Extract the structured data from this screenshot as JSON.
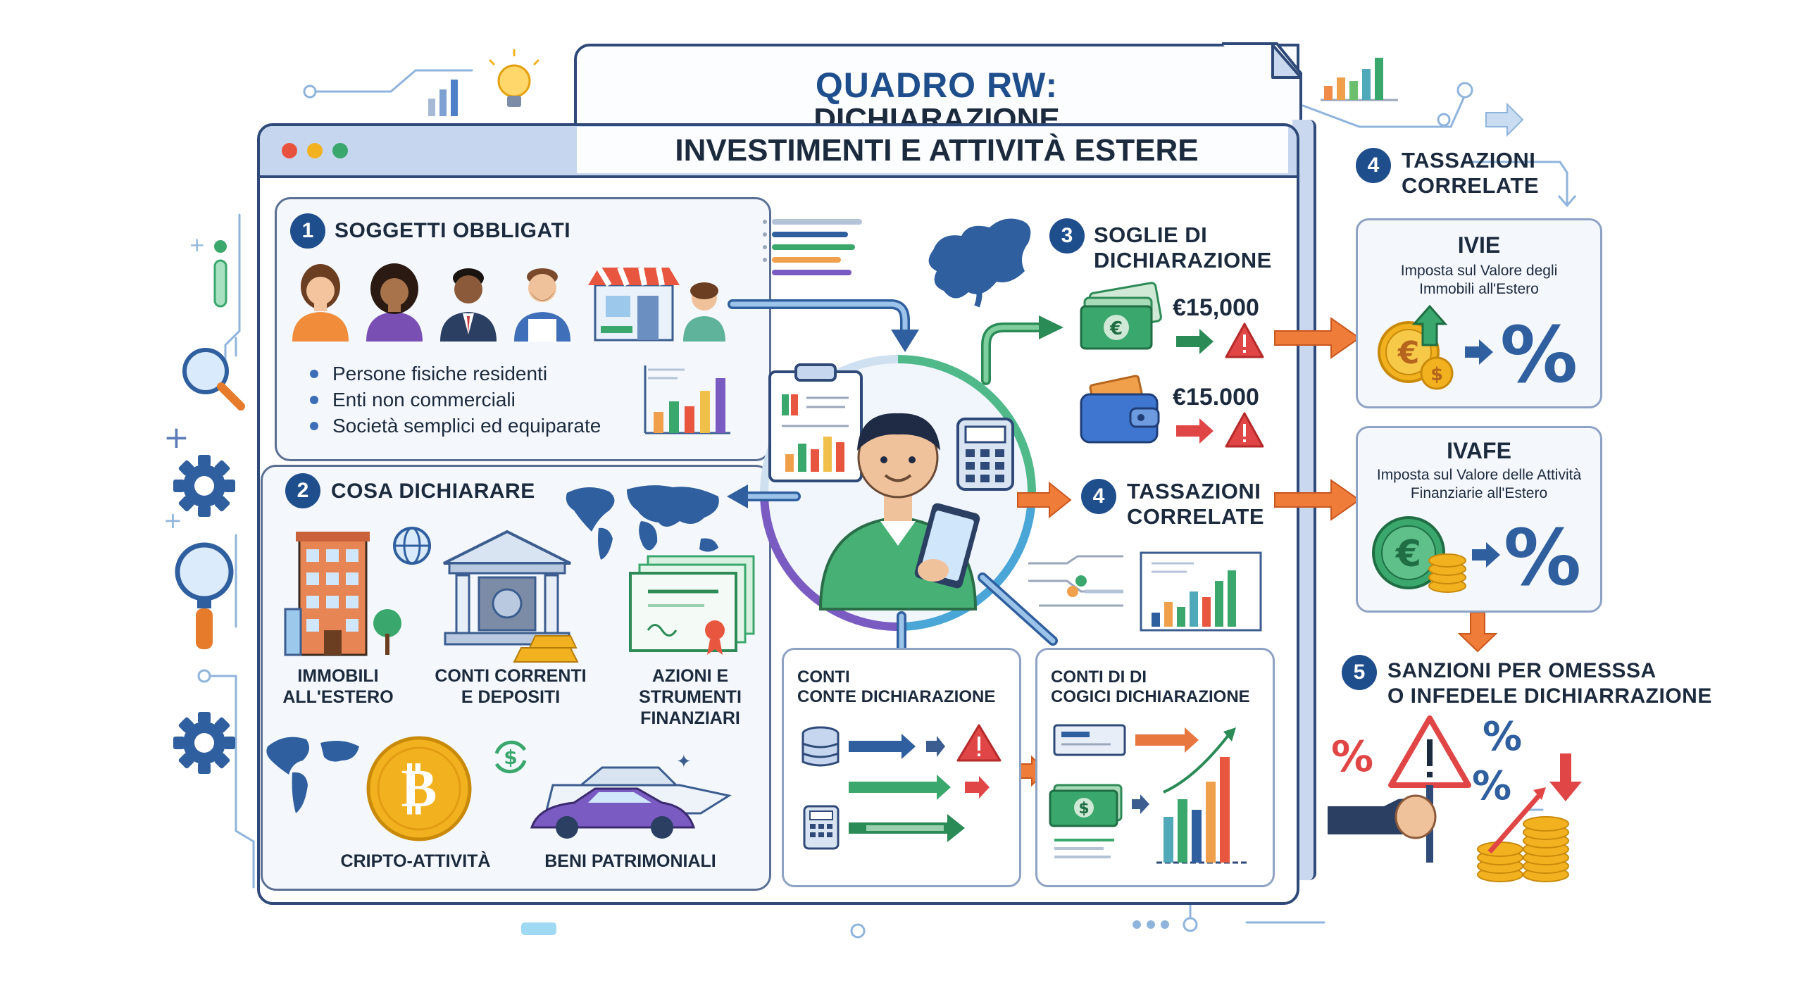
{
  "title": {
    "line1": "QUADRO RW:",
    "line2": "DICHIARAZIONE",
    "line3": "INVESTIMENTI E ATTIVITÀ ESTERE"
  },
  "colors": {
    "navy": "#1f4e8c",
    "green": "#3aa76d",
    "orange": "#f07c3a",
    "purple": "#7a5bc2",
    "red": "#e04646",
    "gold": "#f2b21f"
  },
  "sections": {
    "s1": {
      "number": "1",
      "title": "SOGGETTI OBBLIGATI",
      "bullets": [
        "Persone fisiche residenti",
        "Enti non commerciali",
        "Società semplici ed equiparate"
      ]
    },
    "s2": {
      "number": "2",
      "title": "COSA DICHIARARE",
      "items": {
        "immobili": "IMMOBILI\nALL'ESTERO",
        "conti": "CONTI CORRENTI\nE DEPOSITI",
        "azioni": "AZIONI E\nSTRUMENTI\nFINANZIARI",
        "cripto": "CRIPTO-ATTIVITÀ",
        "beni": "BENI PATRIMONIALI"
      }
    },
    "s3": {
      "number": "3",
      "title": "SOGLIE DI\nDICHIARAZIONE",
      "threshold1": "€15,000",
      "threshold2": "€15.000"
    },
    "s4_mid": {
      "number": "4",
      "title": "TASSAZIONI\nCORRELATE"
    },
    "s4_right": {
      "number": "4",
      "title": "TASSAZIONI\nCORRELATE"
    },
    "ivie": {
      "title": "IVIE",
      "desc": "Imposta sul Valore degli\nImmobili all'Estero"
    },
    "ivafe": {
      "title": "IVAFE",
      "desc": "Imposta sul Valore delle Attività\nFinanziarie all'Estero"
    },
    "s5": {
      "number": "5",
      "title": "SANZIONI PER OMESSSA\nO INFEDELE DICHIARRAZIONE"
    },
    "conti1": {
      "title": "CONTI\nCONTE DICHIARAZIONE"
    },
    "conti2": {
      "title": "CONTI DI DI\nCOGICI DICHIARAZIONE"
    }
  },
  "icons": [
    "lightbulb-icon",
    "bar-chart-icon",
    "magnifier-icon",
    "gear-icon",
    "globe-icon",
    "bitcoin-icon",
    "warning-icon",
    "percent-icon",
    "calculator-icon",
    "database-icon",
    "clipboard-icon",
    "euro-coin-icon",
    "wallet-icon",
    "banknote-icon"
  ]
}
